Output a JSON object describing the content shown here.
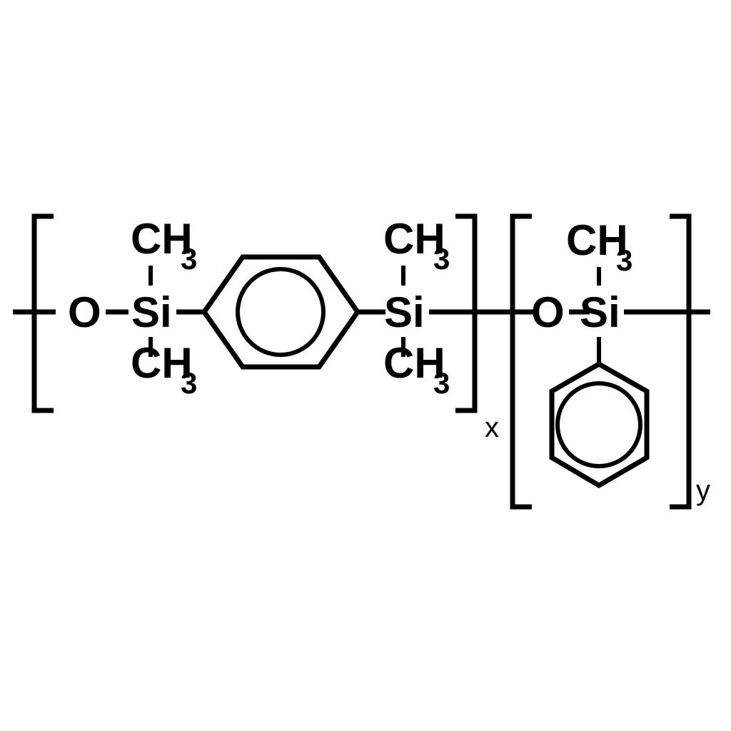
{
  "diagram": {
    "title": "Poly(dimethylsiloxane-co-phenylsilsesquioxane) copolymer repeat-unit structure",
    "type": "chemical-structure",
    "stroke_color": "#000000",
    "background_color": "#ffffff",
    "labels": {
      "oxygen_left": "O",
      "silicon_left": "Si",
      "methyl_left_top": "CH",
      "methyl_left_top_sub": "3",
      "methyl_left_bottom": "CH",
      "methyl_left_bottom_sub": "3",
      "silicon_mid": "Si",
      "methyl_mid_top": "CH",
      "methyl_mid_top_sub": "3",
      "methyl_mid_bottom": "CH",
      "methyl_mid_bottom_sub": "3",
      "oxygen_right": "O",
      "silicon_right": "Si",
      "methyl_right_top": "CH",
      "methyl_right_top_sub": "3",
      "repeat_x": "x",
      "repeat_y": "y"
    },
    "groups": [
      {
        "name": "repeat-unit-x",
        "subscript": "x",
        "description": "[-O-Si(CH3)2-C6H4-Si(CH3)2-]"
      },
      {
        "name": "repeat-unit-y",
        "subscript": "y",
        "description": "[-O-Si(CH3)(C6H5)-]"
      }
    ],
    "rings": [
      {
        "name": "phenylene-ring",
        "orientation": "horizontal",
        "aromatic_circle": true
      },
      {
        "name": "phenyl-ring",
        "orientation": "vertical",
        "aromatic_circle": true
      }
    ]
  }
}
